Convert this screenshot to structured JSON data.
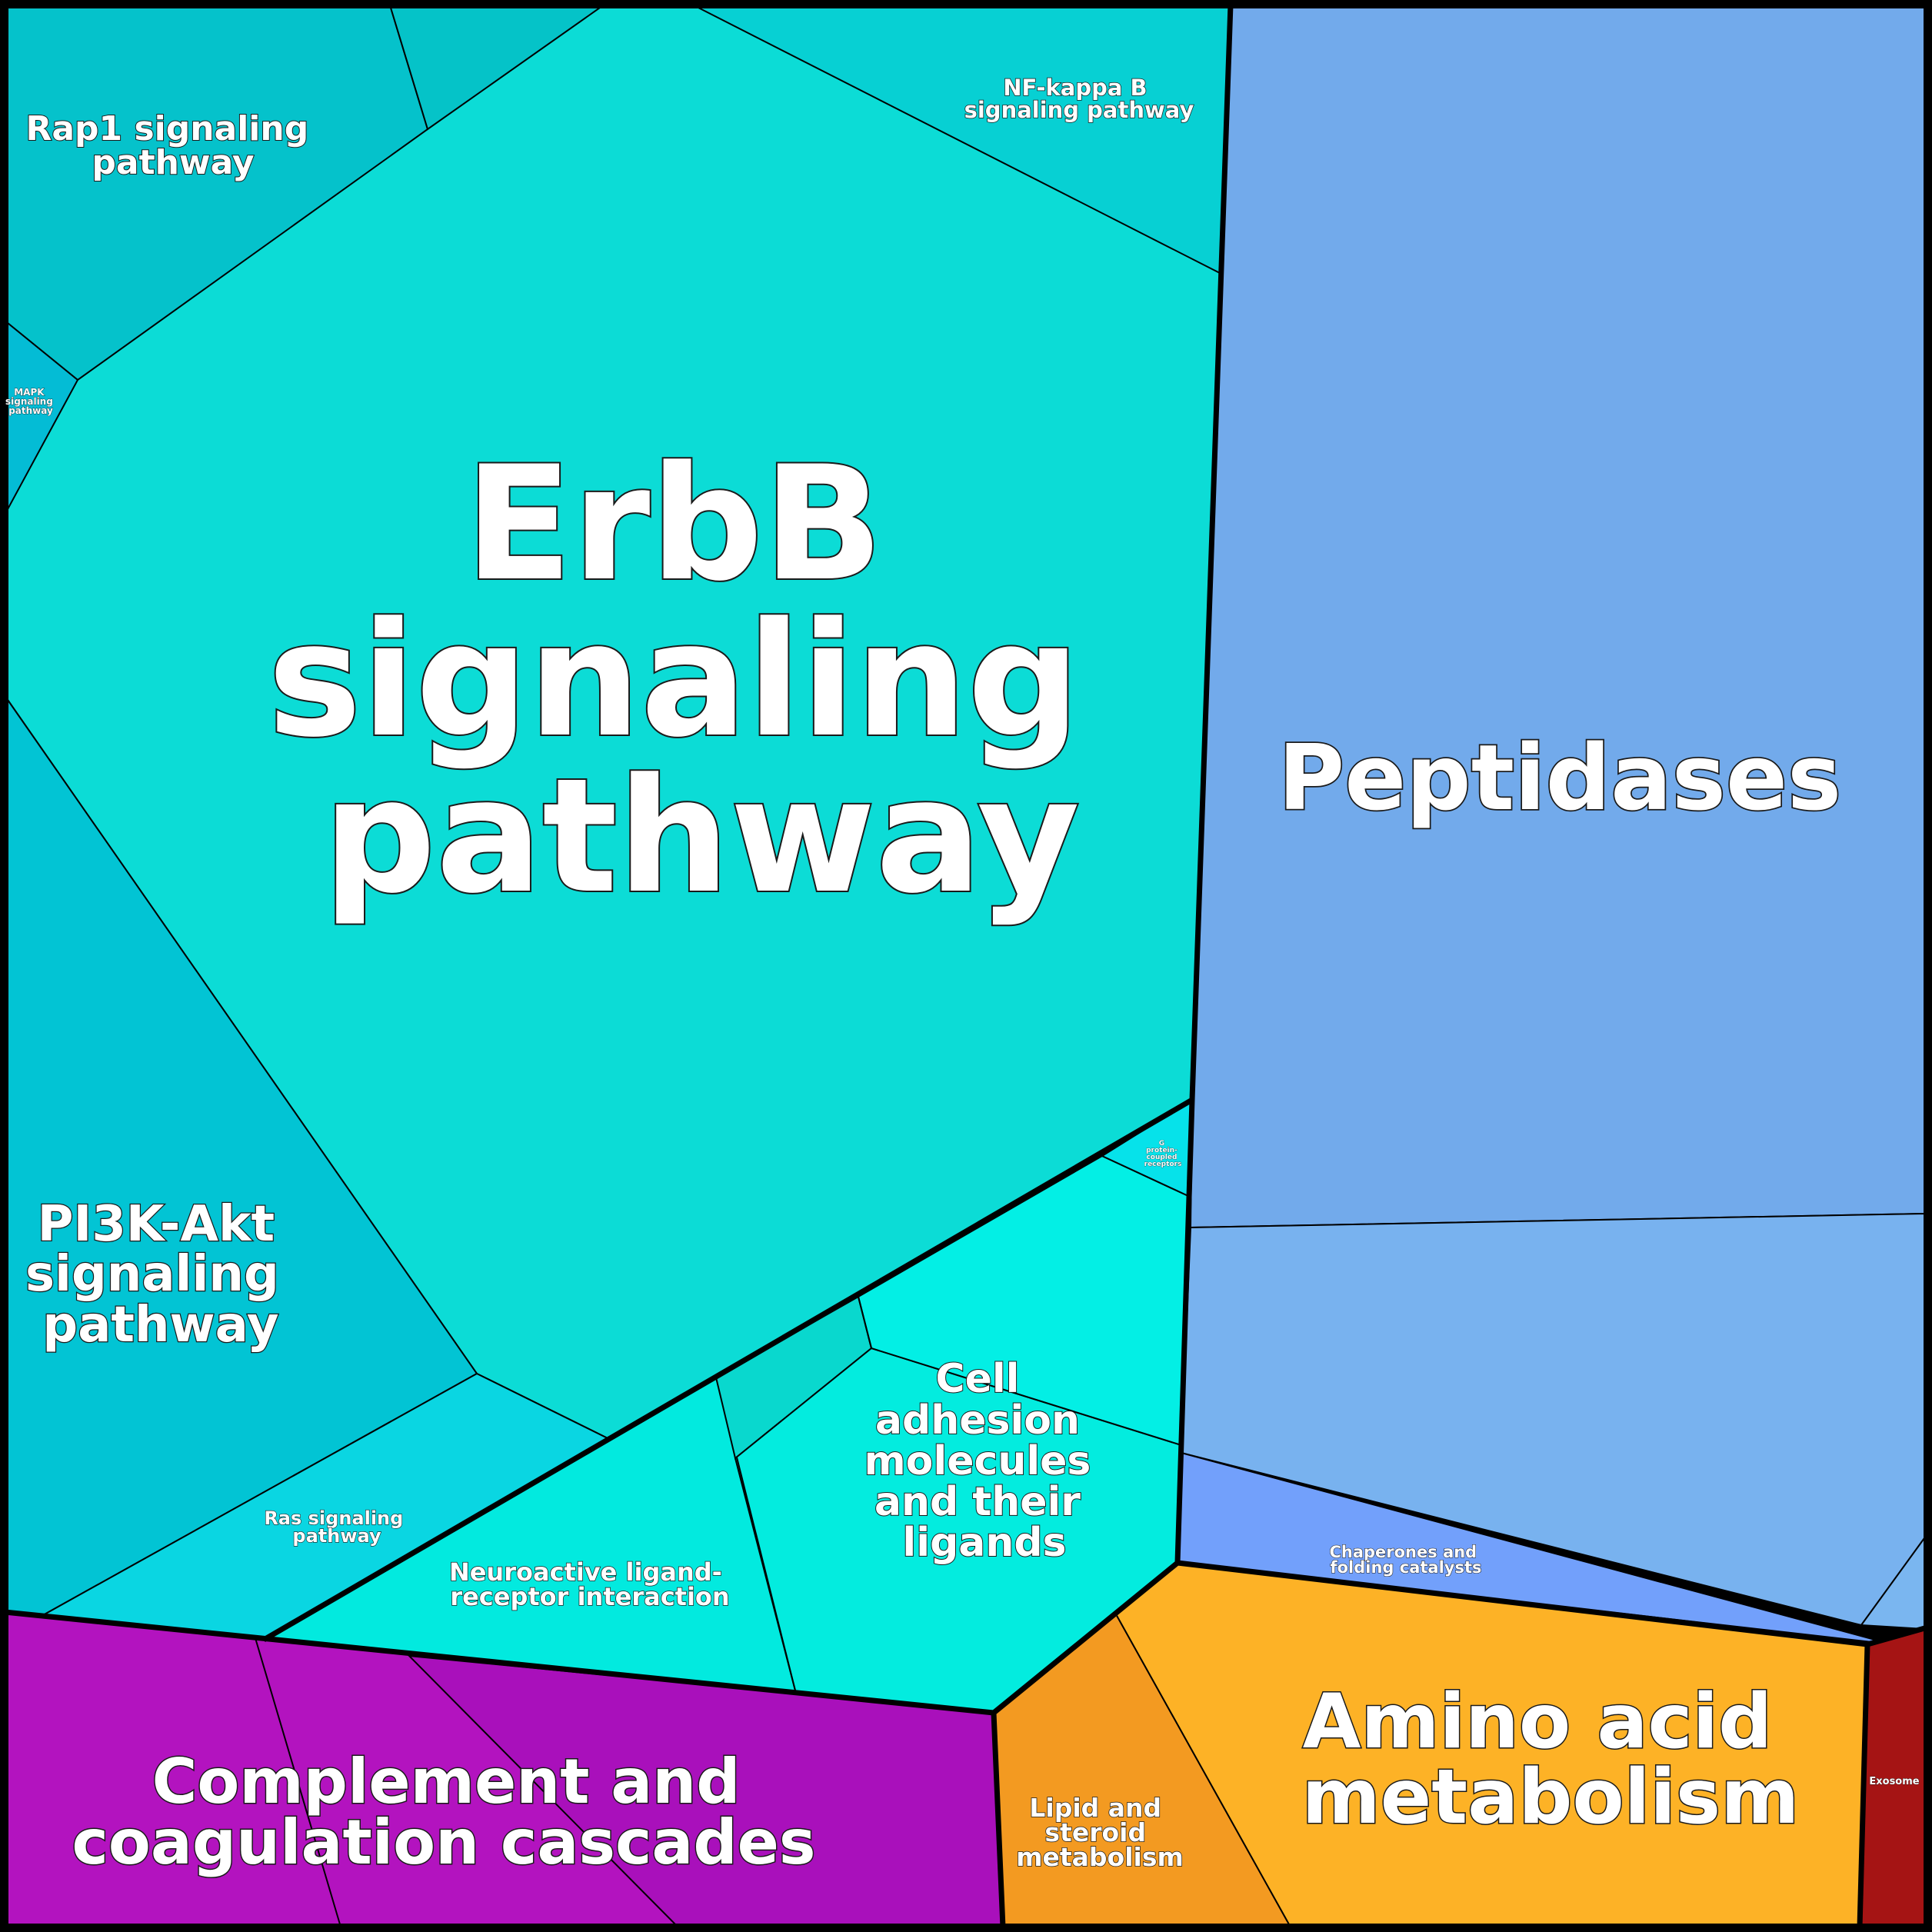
{
  "diagram": {
    "type": "voronoi-treemap",
    "colors": {
      "erbb": "#0cdcd6",
      "nfkappa": "#07d0d3",
      "rap1": "#05c2cb",
      "rap1_upper": "#05c3c8",
      "mapk": "#04bcd5",
      "pi3k": "#02c4d4",
      "ras": "#0ad6e2",
      "neuroactive": "#02eadf",
      "cell_adhesion": "#03ecdf",
      "cell_upper": "#03efe5",
      "g_protein": "#06e2ea",
      "small_teal": "#09d8ce",
      "peptidases": "#72aaeb",
      "peptidases_lower": "#78b2ef",
      "chaperones": "#72a0fb",
      "blue_sliver": "#7ab6f0",
      "complement": "#b313bf",
      "complement_mid": "#a910bb",
      "lipid": "#f39a21",
      "amino": "#fdb226",
      "exosome": "#a51414",
      "border": "#000000",
      "text": "#ffffff"
    },
    "labels": {
      "erbb": [
        "ErbB",
        "signaling",
        "pathway"
      ],
      "rap1": [
        "Rap1 signaling",
        "pathway"
      ],
      "nfkappa": [
        "NF-kappa B",
        "signaling pathway"
      ],
      "mapk": [
        "MAPK",
        "signaling",
        "pathway"
      ],
      "pi3k": [
        "PI3K-Akt",
        "signaling",
        "pathway"
      ],
      "ras": [
        "Ras signaling",
        "pathway"
      ],
      "neuroactive": [
        "Neuroactive ligand-",
        "receptor interaction"
      ],
      "cell_adhesion": [
        "Cell",
        "adhesion",
        "molecules",
        "and their",
        "ligands"
      ],
      "g_protein": [
        "G",
        "protein-",
        "coupled",
        "receptors"
      ],
      "peptidases": [
        "Peptidases"
      ],
      "chaperones": [
        "Chaperones and",
        "folding catalysts"
      ],
      "complement": [
        "Complement and",
        "coagulation cascades"
      ],
      "lipid": [
        "Lipid and",
        "steroid",
        "metabolism"
      ],
      "amino": [
        "Amino acid",
        "metabolism"
      ],
      "exosome": [
        "Exosome"
      ]
    }
  }
}
